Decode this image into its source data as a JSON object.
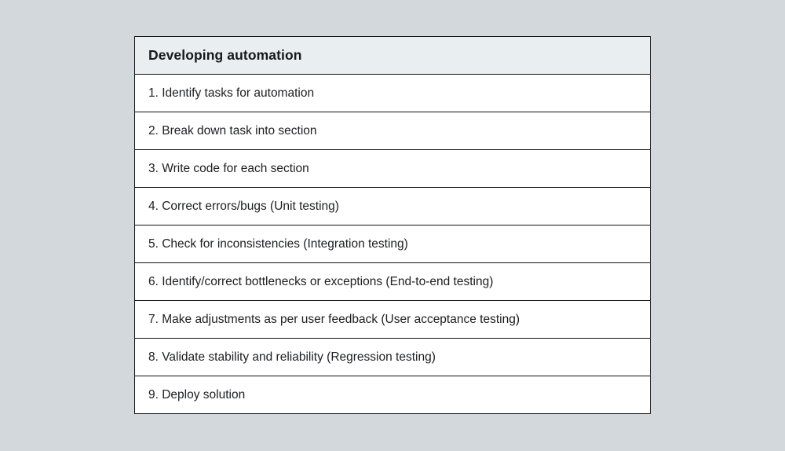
{
  "page": {
    "background_color": "#d2d8db"
  },
  "table": {
    "title": "Developing automation",
    "header_bg_color": "#e9eef0",
    "row_bg_color": "#ffffff",
    "border_color": "#121212",
    "rows": [
      "1. Identify tasks for automation",
      "2. Break down task into section",
      "3. Write code for each section",
      "4. Correct errors/bugs (Unit testing)",
      "5. Check for inconsistencies (Integration testing)",
      "6. Identify/correct bottlenecks or exceptions (End-to-end testing)",
      "7. Make adjustments as per user feedback (User acceptance testing)",
      "8. Validate stability and reliability (Regression testing)",
      "9. Deploy solution"
    ]
  }
}
